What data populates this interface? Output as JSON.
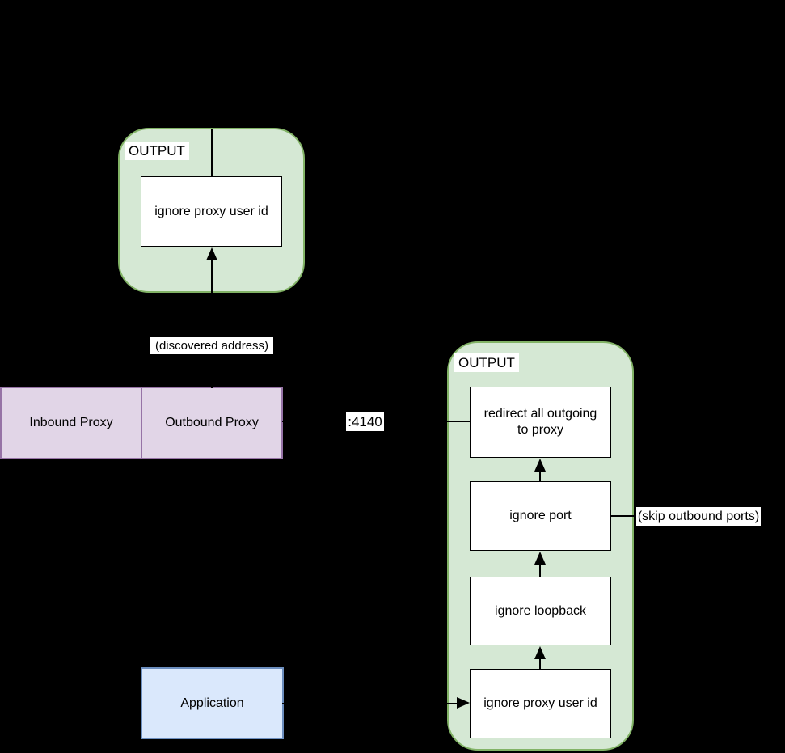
{
  "diagram": {
    "output_top": {
      "title": "OUTPUT",
      "node": "ignore proxy user id"
    },
    "output_right": {
      "title": "OUTPUT",
      "nodes": [
        "redirect all outgoing to proxy",
        "ignore port",
        "ignore loopback",
        "ignore proxy user id"
      ]
    },
    "proxy": {
      "inbound": "Inbound Proxy",
      "outbound": "Outbound Proxy"
    },
    "application": "Application",
    "annotations": {
      "discovered": "(discovered address)",
      "port": ":4140",
      "skip": "(skip outbound ports)"
    },
    "colors": {
      "background": "#000000",
      "group_fill": "#d5e8d4",
      "group_stroke": "#82b366",
      "proxy_fill": "#e1d5e7",
      "proxy_stroke": "#9673a6",
      "application_fill": "#dae8fc",
      "application_stroke": "#6c8ebf",
      "node_fill": "#ffffff",
      "line": "#000000"
    }
  }
}
